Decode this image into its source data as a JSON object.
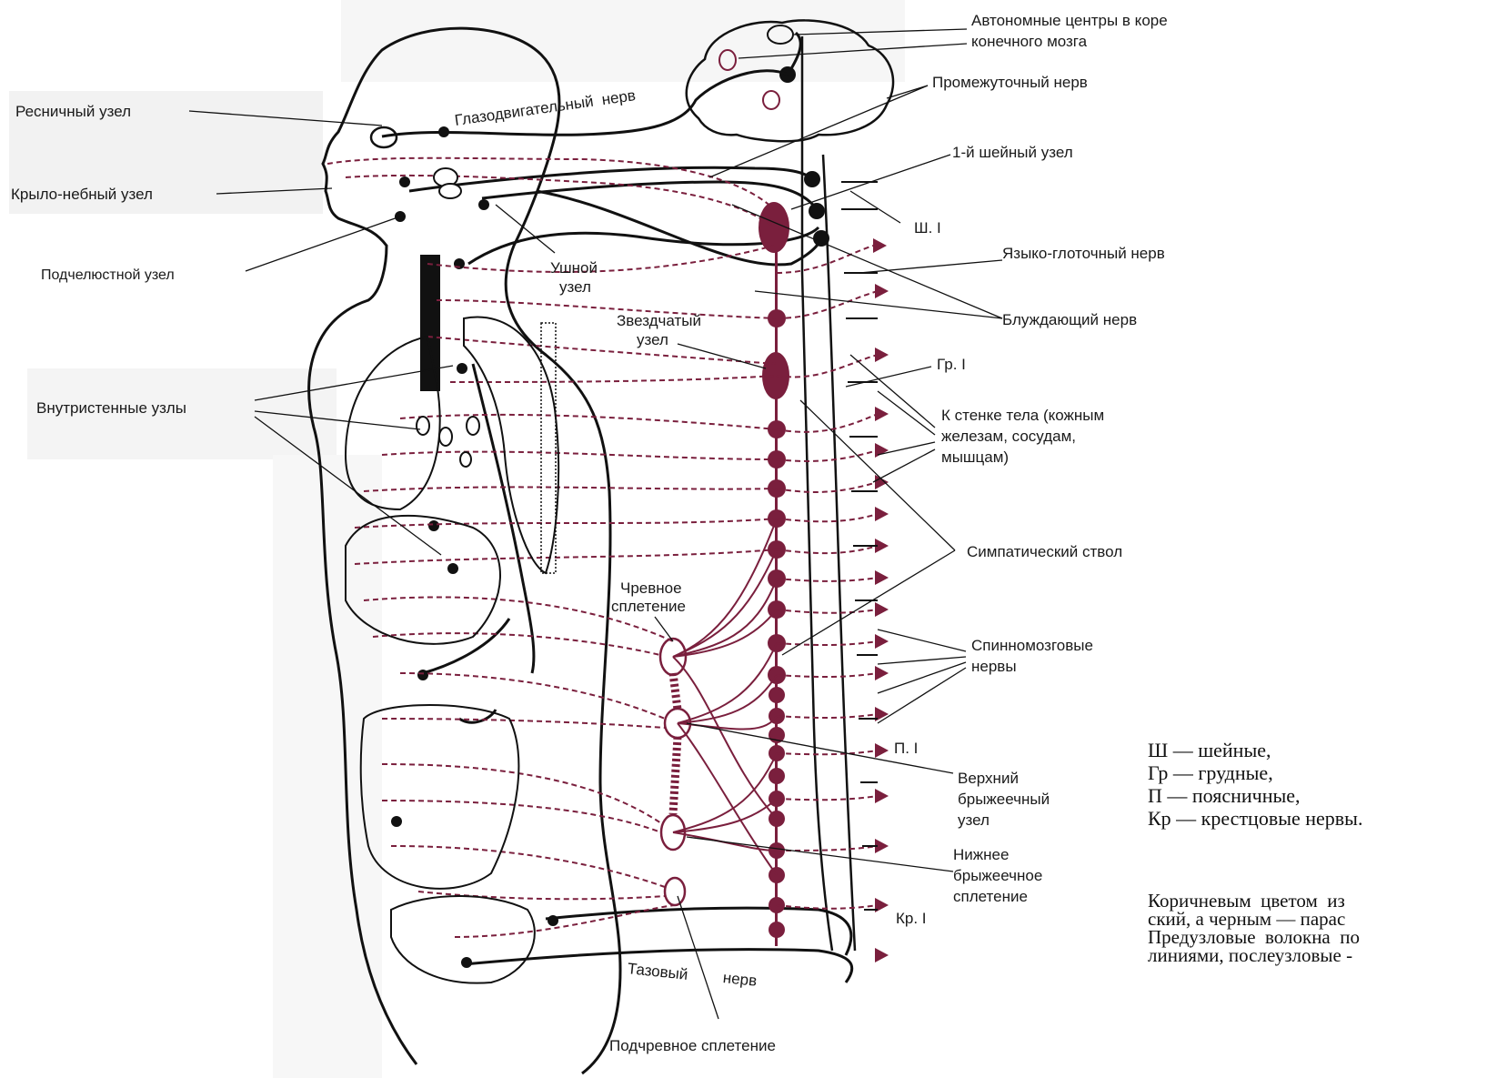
{
  "colors": {
    "sympathetic": "#7a1f3d",
    "parasympathetic": "#111111",
    "background": "#ffffff"
  },
  "labels": {
    "autonomic_cortex_1": "Автономные центры в коре",
    "autonomic_cortex_2": "конечного мозга",
    "intermediate_nerve": "Промежуточный нерв",
    "ciliary_ganglion": "Ресничный узел",
    "oculomotor_nerve": "Глазодвигательный  нерв",
    "first_cervical_ganglion": "1-й шейный узел",
    "pterygopalatine_ganglion": "Крыло-небный узел",
    "cervical_I": "Ш. I",
    "submandibular_ganglion": "Подчелюстной узел",
    "otic_ganglion_1": "Ушной",
    "otic_ganglion_2": "узел",
    "glossopharyngeal_nerve": "Языко-глоточный нерв",
    "vagus_nerve": "Блуждающий нерв",
    "stellate_ganglion_1": "Звездчатый",
    "stellate_ganglion_2": "узел",
    "thoracic_I": "Гр. I",
    "intramural_ganglia": "Внутристенные узлы",
    "body_wall_1": "К стенке тела (кожным",
    "body_wall_2": "железам, сосудам,",
    "body_wall_3": "мышцам)",
    "sympathetic_trunk": "Симпатический ствол",
    "celiac_plexus_1": "Чревное",
    "celiac_plexus_2": "сплетение",
    "spinal_nerves_1": "Спинномозговые",
    "spinal_nerves_2": "нервы",
    "lumbar_I": "П. I",
    "sup_mesenteric_1": "Верхний",
    "sup_mesenteric_2": "брыжеечный",
    "sup_mesenteric_3": "узел",
    "inf_mesenteric_1": "Нижнее",
    "inf_mesenteric_2": "брыжеечное",
    "inf_mesenteric_3": "сплетение",
    "sacral_I": "Кр. I",
    "pelvic_nerve_1": "Тазовый",
    "pelvic_nerve_2": "нерв",
    "hypogastric_plexus": "Подчревное сплетение"
  },
  "legend": [
    "Ш — шейные,",
    "Гр — грудные,",
    "П — поясничные,",
    "Кр — крестцовые нервы."
  ],
  "caption": [
    "Коричневым  цветом  из",
    "ский, а черным — парас",
    "Предузловые  волокна  по",
    "линиями, послеузловые -"
  ]
}
